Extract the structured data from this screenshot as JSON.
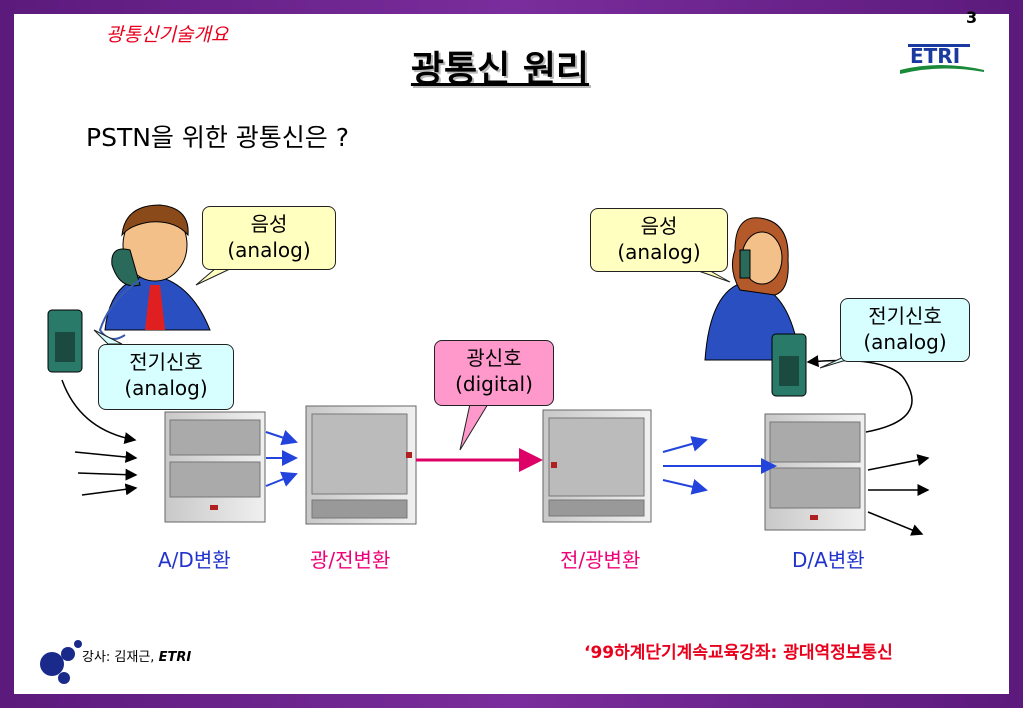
{
  "header": {
    "topic": "광통신기술개요",
    "page_number": "3",
    "title": "광통신  원리",
    "logo_text": "ETRI"
  },
  "question": "PSTN을 위한 광통신은 ?",
  "bubbles": {
    "voice_left": {
      "line1": "음성",
      "line2": "(analog)"
    },
    "voice_right": {
      "line1": "음성",
      "line2": "(analog)"
    },
    "elec_left": {
      "line1": "전기신호",
      "line2": "(analog)"
    },
    "elec_right": {
      "line1": "전기신호",
      "line2": "(analog)"
    },
    "optical": {
      "line1": "광신호",
      "line2": "(digital)"
    }
  },
  "stages": [
    {
      "label": "A/D변환",
      "color": "#2233cc"
    },
    {
      "label": "광/전변환",
      "color": "#ee0077"
    },
    {
      "label": "전/광변환",
      "color": "#ee0077"
    },
    {
      "label": "D/A변환",
      "color": "#2233cc"
    }
  ],
  "footer": {
    "lecturer": "강사: 김재근, ",
    "org": "ETRI",
    "course": "‘99하계단기계속교육강좌: 광대역정보통신"
  }
}
